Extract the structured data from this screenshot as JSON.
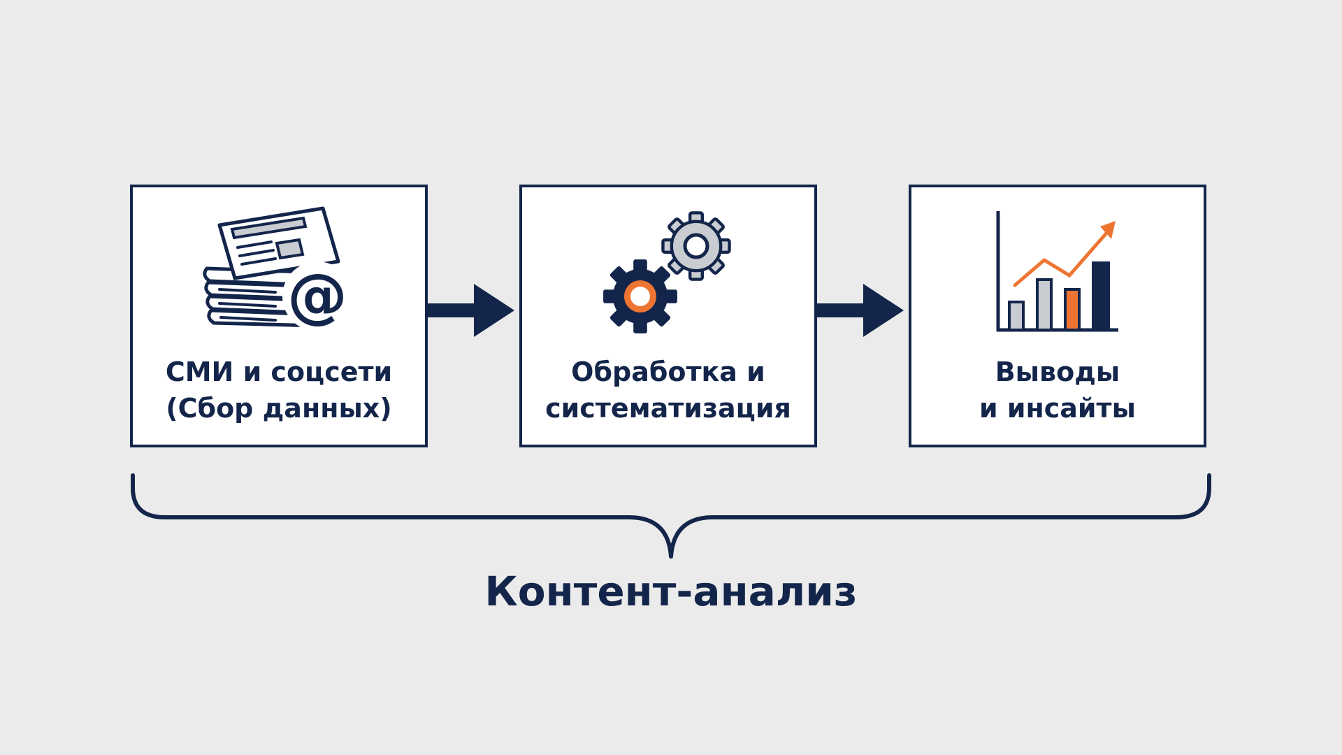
{
  "steps": [
    {
      "icon": "newspaper-email-icon",
      "line1": "СМИ и соцсети",
      "line2": "(Сбор данных)"
    },
    {
      "icon": "gears-icon",
      "line1": "Обработка и",
      "line2": "систематизация"
    },
    {
      "icon": "bar-chart-growth-icon",
      "line1": "Выводы",
      "line2": "и инсайты"
    }
  ],
  "summary_label": "Контент-анализ",
  "colors": {
    "navy": "#13254a",
    "orange": "#ee7531",
    "gray": "#c9ccd1",
    "background": "#ebebeb"
  }
}
